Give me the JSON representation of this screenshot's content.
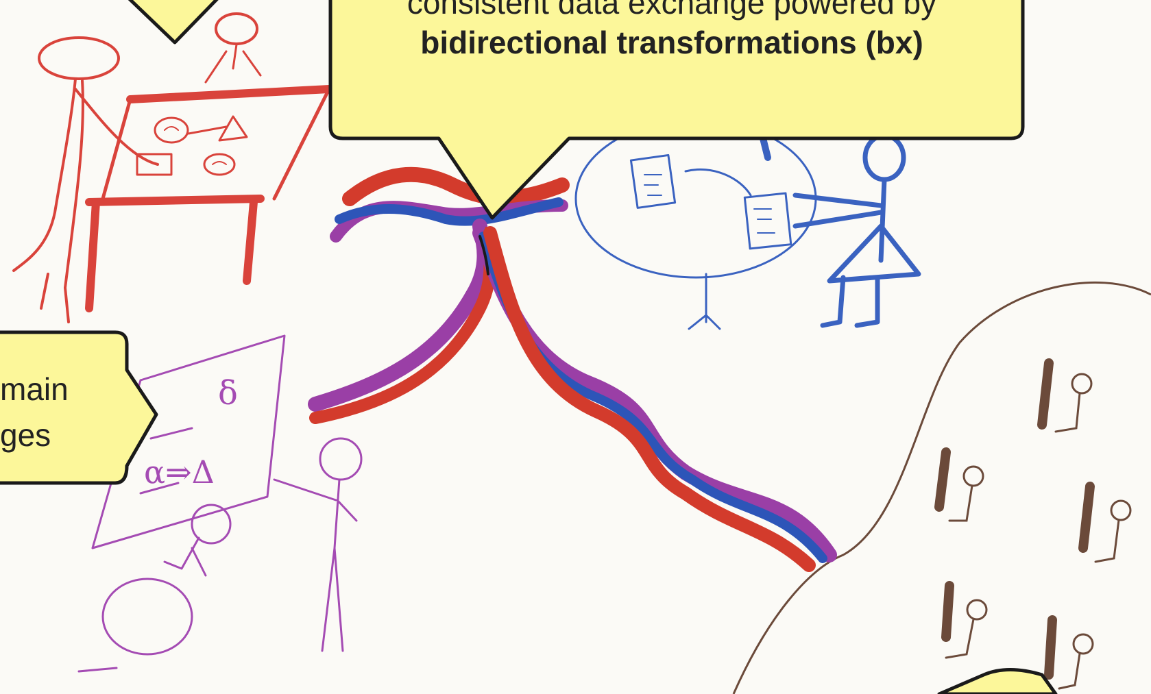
{
  "top_callout": {
    "line1": "consistent data exchange powered by",
    "line2": "bidirectional transformations (bx)"
  },
  "left_callout": {
    "line1": "main",
    "line2": "ges"
  },
  "colors": {
    "callout_fill": "#fcf79a",
    "stream_red": "#d33b2c",
    "stream_blue": "#2d55b8",
    "stream_purple": "#9a3fa6",
    "figure_red": "#d9433b",
    "figure_blue": "#3a62c0",
    "figure_purple": "#a44bb3",
    "figure_brown": "#6b4a3a"
  },
  "icons": [
    "stick-figure-red",
    "stick-figure-blue",
    "stick-figure-purple",
    "stick-figures-brown",
    "river-streams"
  ]
}
